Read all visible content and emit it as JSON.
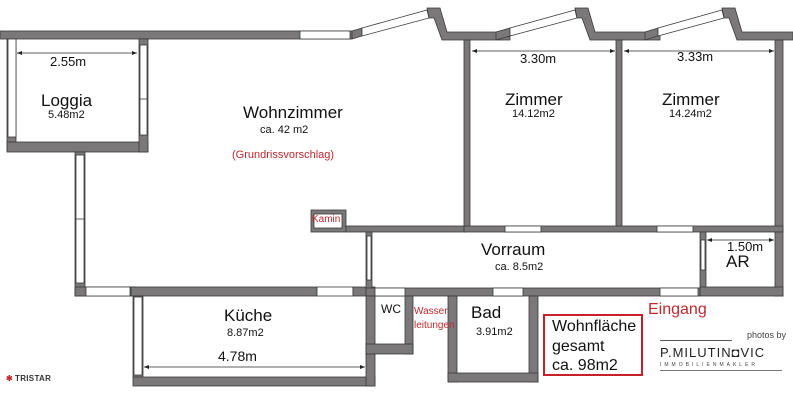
{
  "rooms": {
    "loggia": {
      "name": "Loggia",
      "area": "5.48m2",
      "width": "2.55m"
    },
    "wohnzimmer": {
      "name": "Wohnzimmer",
      "area": "ca. 42 m2",
      "note": "(Grundrissvorschlag)"
    },
    "zimmer1": {
      "name": "Zimmer",
      "area": "14.12m2",
      "width": "3.30m"
    },
    "zimmer2": {
      "name": "Zimmer",
      "area": "14.24m2",
      "width": "3.33m"
    },
    "vorraum": {
      "name": "Vorraum",
      "area": "ca. 8.5m2"
    },
    "ar": {
      "name": "AR",
      "width": "1.50m"
    },
    "kueche": {
      "name": "Küche",
      "area": "8.87m2",
      "width": "4.78m"
    },
    "wc": {
      "name": "WC"
    },
    "bad": {
      "name": "Bad",
      "area": "3.91m2"
    }
  },
  "annotations": {
    "kamin": "Kamin",
    "wasser_line1": "Wasser",
    "wasser_line2": "leitungen",
    "eingang": "Eingang"
  },
  "total": {
    "line1": "Wohnfläche",
    "line2": "gesamt",
    "line3": "ca. 98m2"
  },
  "logos": {
    "tristar": "TRISTAR",
    "pm_photos": "photos by",
    "pm_name": "P.MILUTIN◘VIC",
    "pm_sub": "IMMOBILIENMAKLER"
  },
  "colors": {
    "wall": "#7a7878",
    "accent_red": "#c0282e",
    "text": "#111111"
  }
}
